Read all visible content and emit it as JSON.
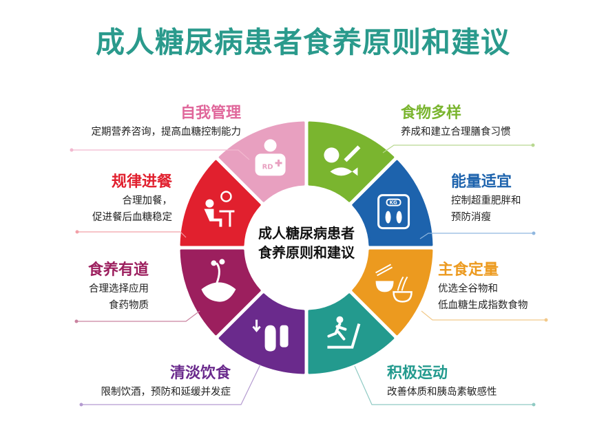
{
  "title": "成人糖尿病患者食养原则和建议",
  "center": {
    "line1": "成人糖尿病患者",
    "line2": "食养原则和建议"
  },
  "colors": {
    "title": "#2a9a8c",
    "self_management": "#e8a0c0",
    "regular_meals": "#e1202e",
    "diet_therapy": "#9c1f5e",
    "light_diet": "#6a2a8c",
    "food_variety": "#7ab52f",
    "energy": "#1d63ad",
    "staple": "#ec9a1f",
    "exercise": "#239a8e"
  },
  "principles": [
    {
      "key": "self_management",
      "title": "自我管理",
      "desc": [
        "定期营养咨询，提高血糖控制能力"
      ],
      "icon": "dietitian-rd-icon",
      "icon_text": "RD"
    },
    {
      "key": "regular_meals",
      "title": "规律进餐",
      "desc": [
        "合理加餐，",
        "促进餐后血糖稳定"
      ],
      "icon": "dining-clock-icon"
    },
    {
      "key": "diet_therapy",
      "title": "食养有道",
      "desc": [
        "合理选择应用",
        "食药物质"
      ],
      "icon": "herb-mortar-icon"
    },
    {
      "key": "light_diet",
      "title": "清淡饮食",
      "desc": [
        "限制饮酒，预防和延缓并发症"
      ],
      "icon": "teapot-salt-icon"
    },
    {
      "key": "food_variety",
      "title": "食物多样",
      "desc": [
        "养成和建立合理膳食习惯"
      ],
      "icon": "apple-carrot-fish-icon"
    },
    {
      "key": "energy",
      "title": "能量适宜",
      "desc": [
        "控制超重肥胖和",
        "预防消瘦"
      ],
      "icon": "weight-scale-icon",
      "icon_text": "KG"
    },
    {
      "key": "staple",
      "title": "主食定量",
      "desc": [
        "优选全谷物和",
        "低血糖生成指数食物"
      ],
      "icon": "rice-noodle-bowl-icon"
    },
    {
      "key": "exercise",
      "title": "积极运动",
      "desc": [
        "改善体质和胰岛素敏感性"
      ],
      "icon": "treadmill-runner-icon"
    }
  ]
}
